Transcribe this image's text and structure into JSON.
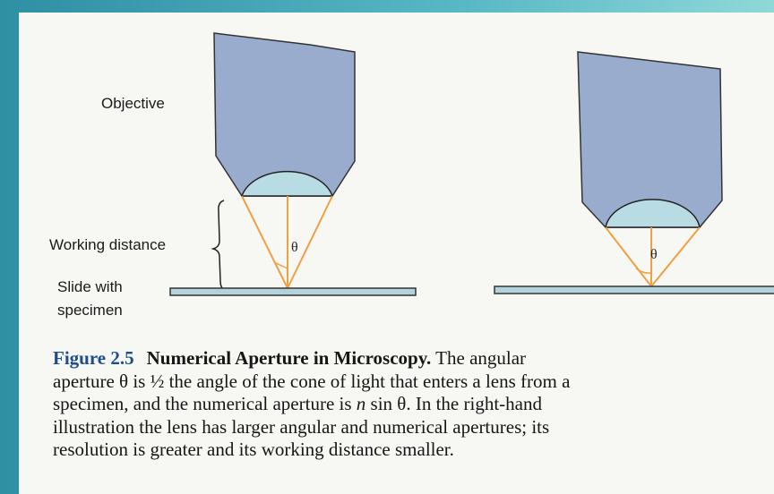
{
  "labels": {
    "objective": "Objective",
    "working_distance": "Working distance",
    "slide_line1": "Slide with",
    "slide_line2": "specimen",
    "theta_left": "θ",
    "theta_right": "θ"
  },
  "caption": {
    "figure_number": "Figure 2.5",
    "title": "Numerical Aperture in Microscopy.",
    "line1_rest": "The angular",
    "line2": "aperture θ is ½ the angle of the cone of light that enters a lens from a",
    "line3_before": "specimen, and the numerical aperture is ",
    "line3_italic": "n",
    "line3_after": " sin θ. In the right-hand",
    "line4": "illustration the lens has larger angular and numerical apertures; its",
    "line5": "resolution is greater and its working distance smaller."
  },
  "colors": {
    "objective_body": "#9aaccd",
    "lens": "#b9dbe4",
    "light_cone": "#f0a040",
    "slide": "#b2d3dc",
    "figure_number": "#1d4d8c",
    "background": "#f7f7f4"
  }
}
